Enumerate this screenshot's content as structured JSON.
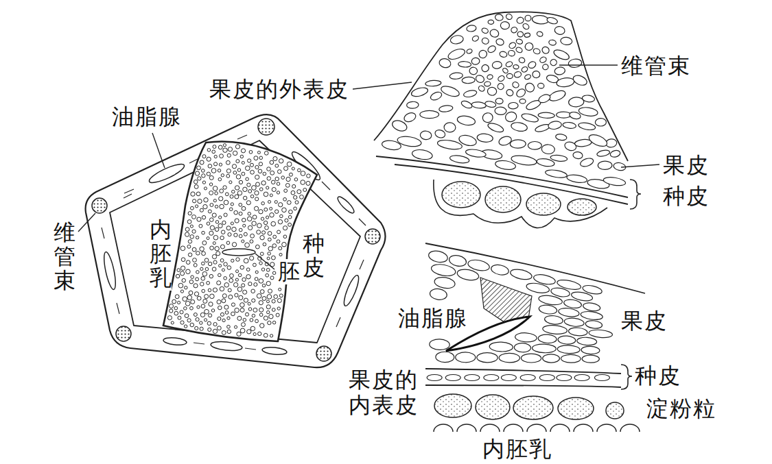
{
  "diagram": {
    "labels": [
      "维管束",
      "果皮的外表皮",
      "油脂腺",
      "果皮",
      "种皮",
      "维管束",
      "内胚乳",
      "种皮",
      "胚",
      "油脂腺",
      "果皮",
      "种皮",
      "果皮的 内表皮",
      "淀粉粒",
      "内胚乳"
    ]
  }
}
